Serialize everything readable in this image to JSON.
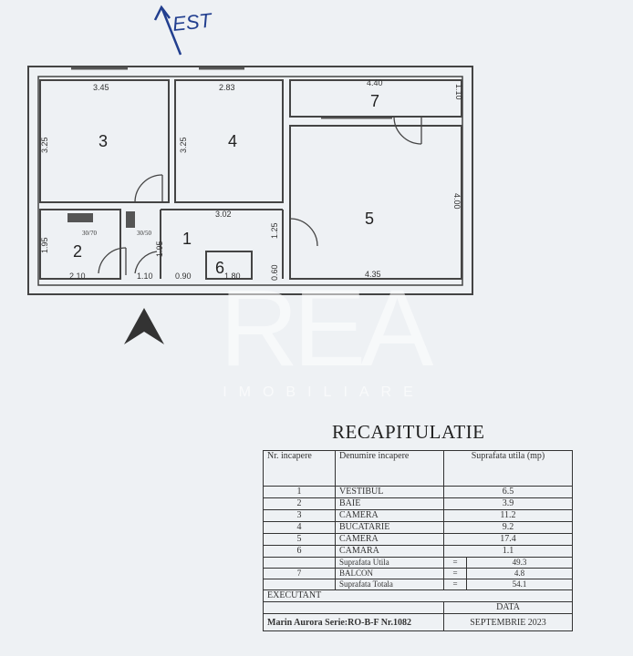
{
  "orientation_label": "EST",
  "rooms": {
    "r1": "1",
    "r2": "2",
    "r3": "3",
    "r4": "4",
    "r5": "5",
    "r6": "6",
    "r7": "7"
  },
  "dimensions": {
    "d345": "3.45",
    "d283": "2.83",
    "d440": "4.40",
    "d110a": "1.10",
    "d325a": "3.25",
    "d325b": "3.25",
    "d302": "3.02",
    "d400": "4.00",
    "d125": "1.25",
    "d195a": "1.95",
    "d195b": "1.95",
    "d210": "2.10",
    "d110b": "1.10",
    "d090": "0.90",
    "d180": "1.80",
    "d060": "0.60",
    "d435": "4.35",
    "d3070": "30/70",
    "d3050": "30/50"
  },
  "watermark": {
    "big": "REA",
    "small": "IMOBILIARE"
  },
  "recap": {
    "title": "RECAPITULATIE",
    "headers": {
      "nr": "Nr. incapere",
      "den": "Denumire incapere",
      "sup": "Suprafata utila (mp)"
    },
    "rows": [
      {
        "nr": "1",
        "name": "VESTIBUL",
        "area": "6.5"
      },
      {
        "nr": "2",
        "name": "BAIE",
        "area": "3.9"
      },
      {
        "nr": "3",
        "name": "CAMERA",
        "area": "11.2"
      },
      {
        "nr": "4",
        "name": "BUCATARIE",
        "area": "9.2"
      },
      {
        "nr": "5",
        "name": "CAMERA",
        "area": "17.4"
      },
      {
        "nr": "6",
        "name": "CAMARA",
        "area": "1.1"
      }
    ],
    "sum_utila": {
      "label": "Suprafata Utila",
      "eq": "=",
      "value": "49.3"
    },
    "balcon": {
      "nr": "7",
      "label": "BALCON",
      "eq": "=",
      "value": "4.8"
    },
    "sum_totala": {
      "label": "Suprafata Totala",
      "eq": "=",
      "value": "54.1"
    },
    "executant": "EXECUTANT",
    "data": "DATA",
    "author": "Marin Aurora",
    "serie": "Serie:RO-B-F Nr.1082",
    "date": "SEPTEMBRIE 2023"
  }
}
